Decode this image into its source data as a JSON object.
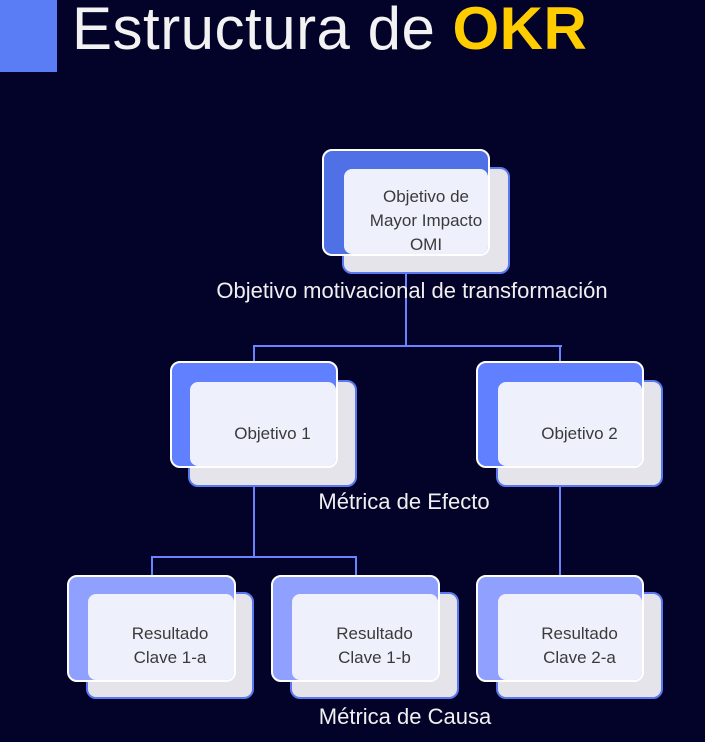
{
  "title": {
    "main": "Estructura de",
    "highlight": "OKR"
  },
  "colors": {
    "background": "#03032a",
    "accent": "#5a7cf5",
    "highlight": "#ffcc00",
    "top_node": "#5070e6",
    "objective_node": "#6080ff",
    "result_node": "#8fa0ff"
  },
  "nodes": {
    "top": "Objetivo de\nMayor Impacto\nOMI",
    "obj1": "Objetivo 1",
    "obj2": "Objetivo 2",
    "kr1a": "Resultado\nClave 1-a",
    "kr1b": "Resultado\nClave 1-b",
    "kr2a": "Resultado\nClave 2-a"
  },
  "captions": {
    "level1": "Objetivo motivacional de transformación",
    "level2": "Métrica de Efecto",
    "level3": "Métrica de Causa"
  }
}
